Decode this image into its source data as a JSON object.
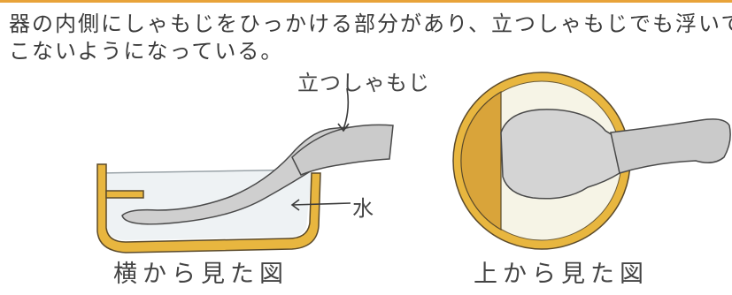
{
  "description": {
    "line1": "器の内側にしゃもじをひっかける部分があり、立つしゃもじでも浮いて",
    "line2": "こないようになっている。"
  },
  "labels": {
    "standing_ladle": "立つしゃもじ",
    "water": "水"
  },
  "captions": {
    "side_view": "横から見た図",
    "top_view": "上から見た図"
  },
  "colors": {
    "container_rim": "#e8b63f",
    "container_inner": "#f3e9b5",
    "water": "#eef2f4",
    "ladle": "#c9c9c9",
    "ink": "#3b3b3b",
    "accent_rule": "#e8a33a"
  }
}
